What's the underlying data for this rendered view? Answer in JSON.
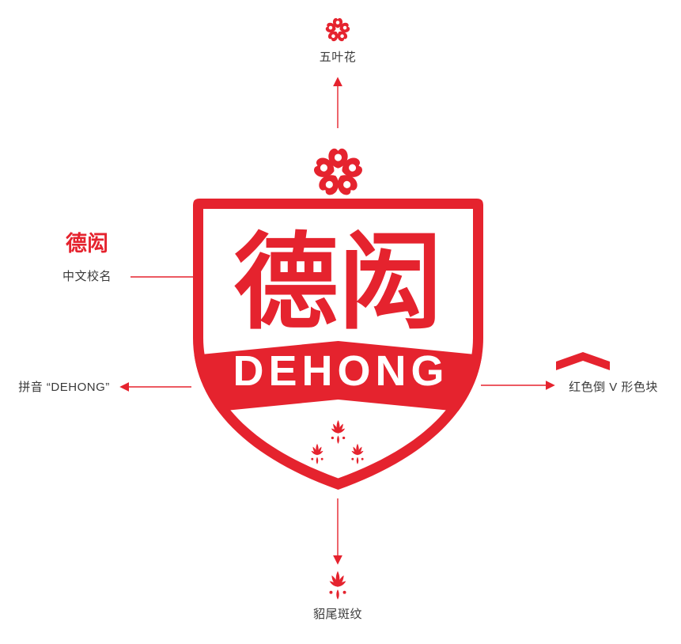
{
  "colors": {
    "brand_red": "#e5232e",
    "text_black": "#3a3a3a"
  },
  "emblem": {
    "calligraphy": "德闳",
    "wordmark": "DEHONG"
  },
  "annotations": {
    "flower": {
      "label": "五叶花",
      "icon": "five-petal-flower-icon"
    },
    "chinese_name": {
      "calligraphy": "德闳",
      "label": "中文校名"
    },
    "pinyin": {
      "label": "拼音 “DEHONG”"
    },
    "chevron": {
      "label": "红色倒 V 形色块",
      "icon": "red-chevron-icon"
    },
    "mink_tail": {
      "label": "貂尾斑纹",
      "icon": "mink-tail-icon"
    }
  }
}
